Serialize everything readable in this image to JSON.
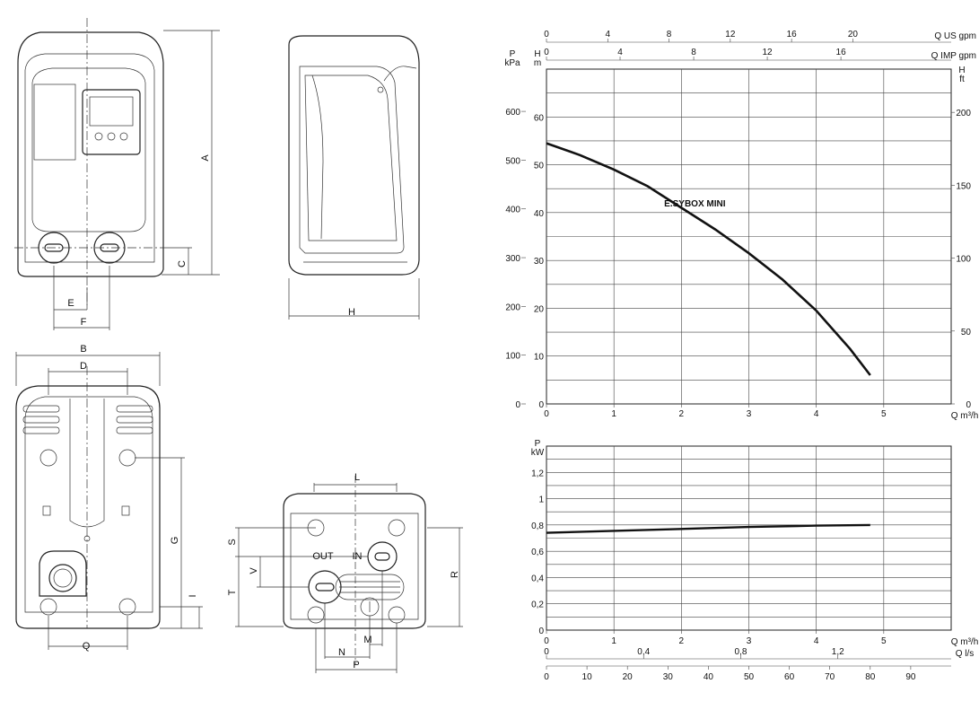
{
  "dimensions": {
    "A": "A",
    "B": "B",
    "C": "C",
    "D": "D",
    "E": "E",
    "F": "F",
    "G": "G",
    "H": "H",
    "I": "I",
    "L": "L",
    "M": "M",
    "N": "N",
    "P": "P",
    "Q": "Q",
    "R": "R",
    "S": "S",
    "T": "T",
    "V": "V"
  },
  "symbols": {
    "out": "OUT",
    "in": "IN"
  },
  "chart_data": [
    {
      "type": "line",
      "title": "",
      "series": [
        {
          "name": "E.SYBOX MINI",
          "x": [
            0,
            0.5,
            1,
            1.5,
            2,
            2.5,
            3,
            3.5,
            4,
            4.5,
            4.8
          ],
          "y": [
            54.5,
            52,
            49,
            45.5,
            41,
            36.5,
            31.5,
            26,
            19.5,
            11.5,
            6
          ]
        }
      ],
      "xlabel": "Q m³/h",
      "xlim": [
        0,
        6
      ],
      "x_ticks": [
        "0",
        "1",
        "2",
        "3",
        "4",
        "5"
      ],
      "left_axis_label": [
        "P",
        "kPa"
      ],
      "left_ticks": [
        "0",
        "100",
        "200",
        "300",
        "400",
        "500",
        "600"
      ],
      "ylabel": [
        "H",
        "m"
      ],
      "ylim": [
        0,
        70
      ],
      "y_ticks": [
        "0",
        "10",
        "20",
        "30",
        "40",
        "50",
        "60"
      ],
      "right_axis_label": [
        "H",
        "ft"
      ],
      "right_ticks": [
        "0",
        "50",
        "100",
        "150",
        "200"
      ],
      "top_axis_1": {
        "label": "Q US gpm",
        "ticks": [
          "0",
          "4",
          "8",
          "12",
          "16",
          "20"
        ]
      },
      "top_axis_2": {
        "label": "Q IMP gpm",
        "ticks": [
          "0",
          "4",
          "8",
          "12",
          "16"
        ]
      },
      "grid": true
    },
    {
      "type": "line",
      "title": "",
      "series": [
        {
          "name": "",
          "x": [
            0,
            1,
            2,
            3,
            4,
            4.8
          ],
          "y": [
            0.74,
            0.755,
            0.77,
            0.785,
            0.795,
            0.8
          ]
        }
      ],
      "xlabel": "Q m³/h",
      "xlim": [
        0,
        6
      ],
      "x_ticks": [
        "0",
        "1",
        "2",
        "3",
        "4",
        "5"
      ],
      "ylabel": [
        "P",
        "kW"
      ],
      "ylim": [
        0,
        1.4
      ],
      "y_ticks": [
        "0",
        "0,2",
        "0,4",
        "0,6",
        "0,8",
        "1",
        "1,2"
      ],
      "bottom_axis_2": {
        "label": "Q l/s",
        "ticks": [
          "0",
          "0,4",
          "0,8",
          "1,2"
        ]
      },
      "bottom_axis_3": {
        "label": "",
        "ticks": [
          "0",
          "10",
          "20",
          "30",
          "40",
          "50",
          "60",
          "70",
          "80",
          "90"
        ]
      },
      "grid": true
    }
  ]
}
